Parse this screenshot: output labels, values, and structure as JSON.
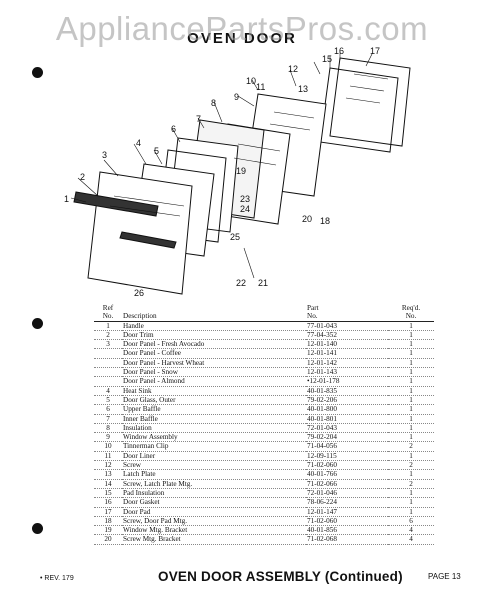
{
  "watermark": "AppliancePartsPros.com",
  "top_title": "OVEN DOOR",
  "diagram": {
    "callouts": [
      "1",
      "2",
      "3",
      "4",
      "5",
      "6",
      "7",
      "8",
      "9",
      "10",
      "11",
      "12",
      "13",
      "15",
      "16",
      "17",
      "18",
      "19",
      "20",
      "21",
      "22",
      "23",
      "24",
      "25",
      "26"
    ]
  },
  "table": {
    "headers": {
      "ref_line1": "Ref",
      "ref_line2": "No.",
      "description": "Description",
      "part_line1": "Part",
      "part_line2": "No.",
      "qty_line1": "Req'd.",
      "qty_line2": "No."
    },
    "rows": [
      {
        "ref": "1",
        "desc": "Handle",
        "part": "77-01-043",
        "qty": "1"
      },
      {
        "ref": "2",
        "desc": "Door Trim",
        "part": "77-04-352",
        "qty": "1"
      },
      {
        "ref": "3",
        "desc": "Door Panel - Fresh Avocado",
        "part": "12-01-140",
        "qty": "1"
      },
      {
        "ref": "",
        "desc": "Door Panel - Coffee",
        "part": "12-01-141",
        "qty": "1"
      },
      {
        "ref": "",
        "desc": "Door Panel - Harvest Wheat",
        "part": "12-01-142",
        "qty": "1"
      },
      {
        "ref": "",
        "desc": "Door Panel - Snow",
        "part": "12-01-143",
        "qty": "1"
      },
      {
        "ref": "",
        "desc": "Door Panel - Almond",
        "part": "•12-01-178",
        "qty": "1"
      },
      {
        "ref": "4",
        "desc": "Heat Sink",
        "part": "40-01-835",
        "qty": "1"
      },
      {
        "ref": "5",
        "desc": "Door Glass, Outer",
        "part": "79-02-206",
        "qty": "1"
      },
      {
        "ref": "6",
        "desc": "Upper Baffle",
        "part": "40-01-800",
        "qty": "1"
      },
      {
        "ref": "7",
        "desc": "Inner Baffle",
        "part": "40-01-801",
        "qty": "1"
      },
      {
        "ref": "8",
        "desc": "Insulation",
        "part": "72-01-043",
        "qty": "1"
      },
      {
        "ref": "9",
        "desc": "Window Assembly",
        "part": "79-02-204",
        "qty": "1"
      },
      {
        "ref": "10",
        "desc": "Tinnerman Clip",
        "part": "71-04-056",
        "qty": "2"
      },
      {
        "ref": "11",
        "desc": "Door Liner",
        "part": "12-09-115",
        "qty": "1"
      },
      {
        "ref": "12",
        "desc": "Screw",
        "part": "71-02-060",
        "qty": "2"
      },
      {
        "ref": "13",
        "desc": "Latch Plate",
        "part": "40-01-766",
        "qty": "1"
      },
      {
        "ref": "14",
        "desc": "Screw, Latch Plate Mtg.",
        "part": "71-02-066",
        "qty": "2"
      },
      {
        "ref": "15",
        "desc": "Pad Insulation",
        "part": "72-01-046",
        "qty": "1"
      },
      {
        "ref": "16",
        "desc": "Door Gasket",
        "part": "78-06-224",
        "qty": "1"
      },
      {
        "ref": "17",
        "desc": "Door Pad",
        "part": "12-01-147",
        "qty": "1"
      },
      {
        "ref": "18",
        "desc": "Screw, Door Pad Mtg.",
        "part": "71-02-060",
        "qty": "6"
      },
      {
        "ref": "19",
        "desc": "Window Mtg. Bracket",
        "part": "40-01-856",
        "qty": "4"
      },
      {
        "ref": "20",
        "desc": "Screw Mtg. Bracket",
        "part": "71-02-068",
        "qty": "4"
      }
    ]
  },
  "footer": {
    "rev": "• REV. 179",
    "title": "OVEN DOOR ASSEMBLY (Continued)",
    "page": "PAGE 13"
  }
}
